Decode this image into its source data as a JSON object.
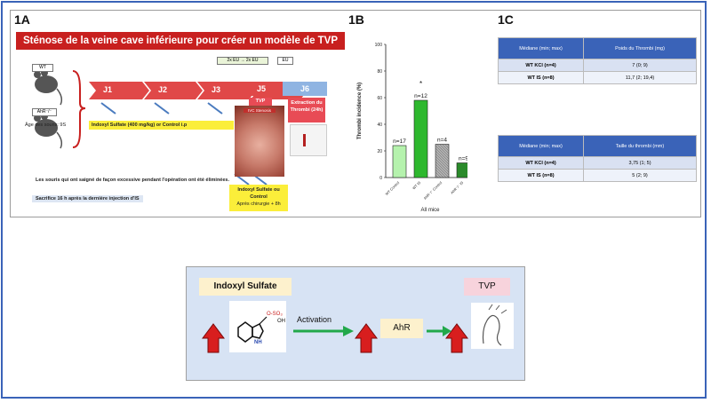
{
  "labels": {
    "a": "1A",
    "b": "1B",
    "c": "1C"
  },
  "panel_a": {
    "title": "Sténose de la veine cave inférieure pour créer un modèle de TVP",
    "mouse_wt": "WT",
    "mouse_ahr": "AhR⁻/⁻",
    "age": "Âge des souris: 9S",
    "days": [
      "J1",
      "J2",
      "J3",
      "J4",
      "J5",
      "J6"
    ],
    "timeline_tags": [
      "2x EU → 2x EU",
      "EU"
    ],
    "treatment": "Indoxyl Sulfate (400 mg/kg) or Control i.p",
    "tvp_label": "TVP",
    "photo_caption": "IVC Stenosis",
    "extraction": "Extraction du Thrombi (24h)",
    "note": "Les souris qui ont saigné de façon excessive pendant l'opération ont été éliminées.",
    "sacrifice": "Sacrifice 16 h après la dernière injection d'IS",
    "post_op": "Indoxyl Sulfate ou Control",
    "post_op_sub": "Après chirurgie + 8h"
  },
  "chart_data": {
    "type": "bar",
    "categories": [
      "WT Control",
      "WT IS",
      "AhR⁻/⁻ Control",
      "AhR⁻/⁻ IS"
    ],
    "values": [
      24,
      58,
      25,
      11
    ],
    "n_labels": [
      "n=17",
      "n=12",
      "n=4",
      "n=9"
    ],
    "ylabel": "Thrombi incidence (%)",
    "xlabel": "All mice",
    "ylim": [
      0,
      100
    ],
    "yticks": [
      "0",
      "20",
      "40",
      "60",
      "80",
      "100"
    ],
    "significance": "*",
    "colors": [
      "#b5f2ad",
      "#2eb82e",
      "#b0b0b0",
      "#2a8a2a"
    ]
  },
  "table1": {
    "headers": [
      "Médiane (min; max)",
      "Poids du Thrombi (mg)"
    ],
    "rows": [
      [
        "WT KCl (n=4)",
        "7 (0; 9)"
      ],
      [
        "WT IS (n=8)",
        "11,7 (2; 19,4)"
      ]
    ]
  },
  "table2": {
    "headers": [
      "Médiane (min; max)",
      "Taille du thrombi (mm)"
    ],
    "rows": [
      [
        "WT KCl (n=4)",
        "3,75 (1; 5)"
      ],
      [
        "WT IS (n=8)",
        "5 (2; 9)"
      ]
    ]
  },
  "bottom_panel": {
    "indoxyl": "Indoxyl Sulfate",
    "tvp": "TVP",
    "activation": "Activation",
    "ahr": "AhR",
    "molecule_nh": "NH",
    "molecule_oh": "OH"
  }
}
